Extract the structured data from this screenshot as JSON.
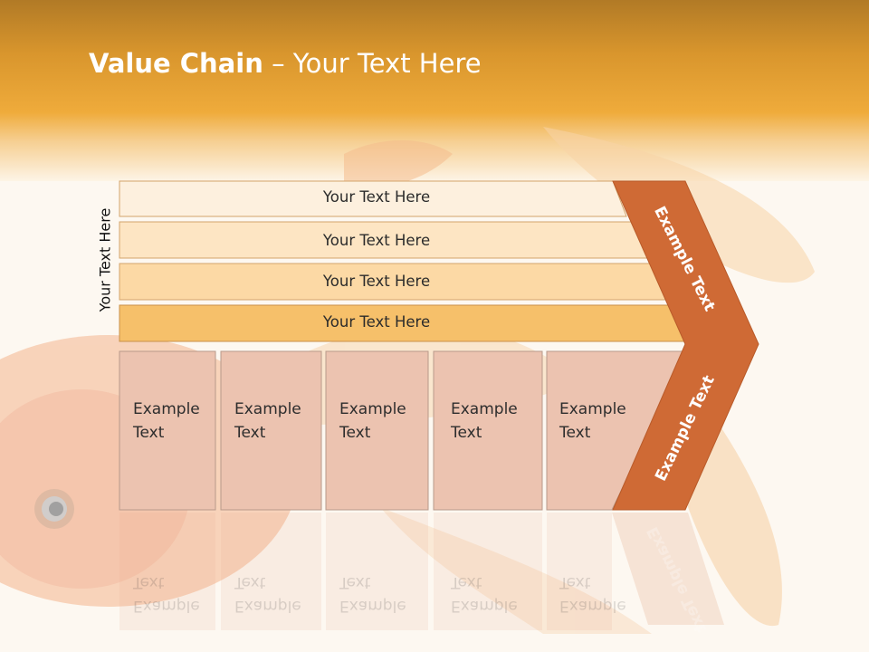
{
  "title": {
    "bold": "Value Chain",
    "rest": " – Your Text Here"
  },
  "side_label": "Your Text Here",
  "bars": [
    {
      "label": "Your Text Here"
    },
    {
      "label": "Your Text Here"
    },
    {
      "label": "Your Text Here"
    },
    {
      "label": "Your Text Here"
    }
  ],
  "boxes": [
    {
      "line1": "Example",
      "line2": "Text"
    },
    {
      "line1": "Example",
      "line2": "Text"
    },
    {
      "line1": "Example",
      "line2": "Text"
    },
    {
      "line1": "Example",
      "line2": "Text"
    },
    {
      "line1": "Example",
      "line2": "Text"
    }
  ],
  "chevron": {
    "upper": "Example Text",
    "lower": "Example Text"
  },
  "colors": {
    "header": "#efab3b",
    "bar_1": "#fdf0de",
    "bar_2": "#fde5c3",
    "bar_3": "#fcd9a5",
    "bar_4": "#f6c06a",
    "box": "#ecc3b0",
    "chevron": "#cf6a35"
  }
}
